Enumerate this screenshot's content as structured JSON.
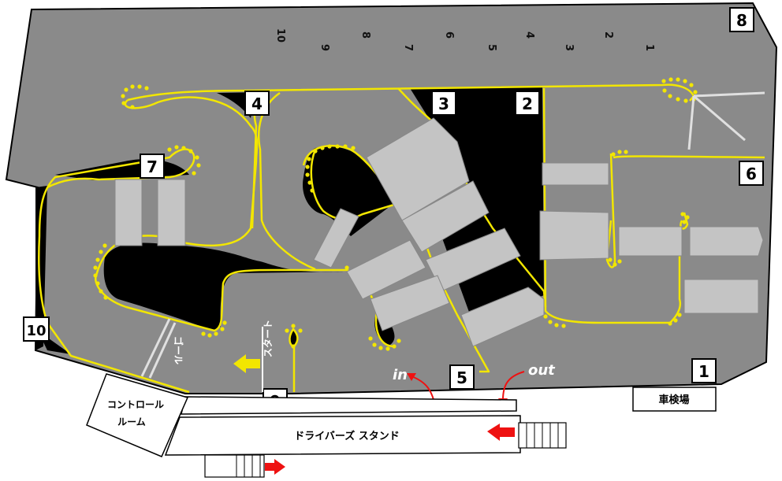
{
  "colors": {
    "track": "#8a8a8a",
    "infield": "#000000",
    "line": "#f2e600",
    "ramp": "#c4c4c4",
    "arrow_red": "#ee1111",
    "arrow_yellow": "#f2e600"
  },
  "corners": [
    "1",
    "2",
    "3",
    "4",
    "5",
    "6",
    "7",
    "8",
    "9",
    "10"
  ],
  "grid": [
    "1",
    "2",
    "3",
    "4",
    "5",
    "6",
    "7",
    "8",
    "9",
    "10"
  ],
  "labels": {
    "goal": "ゴール",
    "start": "スタート",
    "in": "in",
    "out": "out",
    "inspection": "車検場",
    "control_room_line1": "コントロール",
    "control_room_line2": "ルーム",
    "drivers_stand": "ドライバーズ スタンド"
  }
}
